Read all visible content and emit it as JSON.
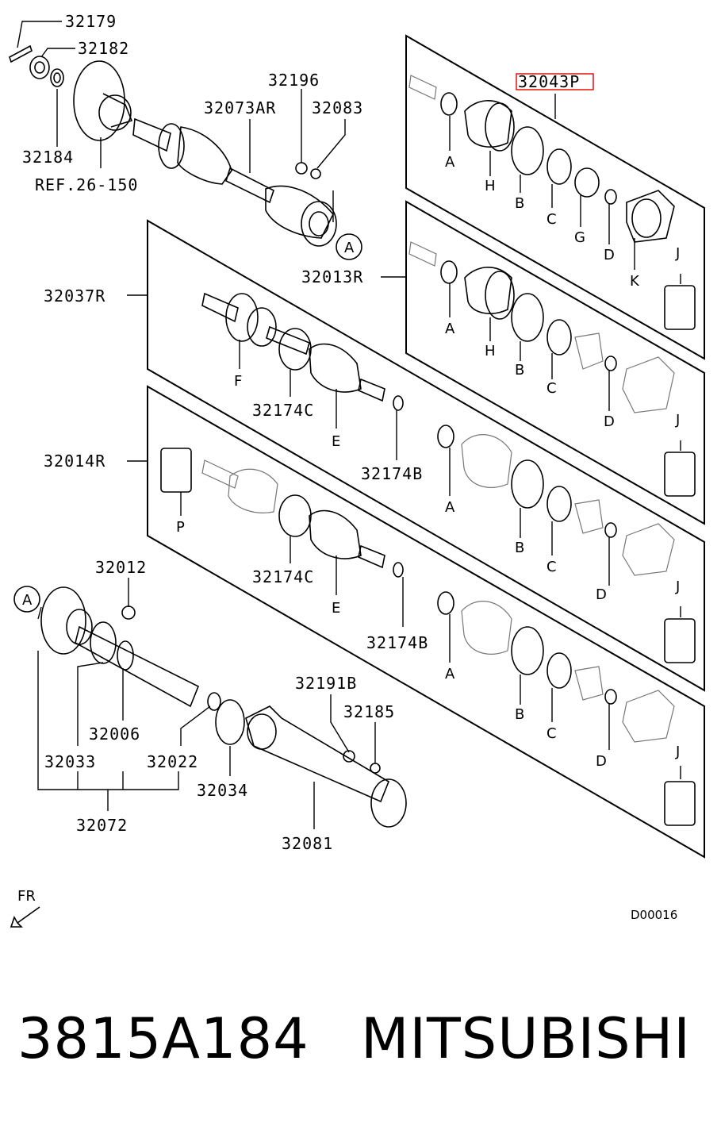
{
  "diagram": {
    "labels": {
      "l32179": "32179",
      "l32182": "32182",
      "l32184": "32184",
      "ref": "REF.26-150",
      "l32196": "32196",
      "l32073": "32073AR",
      "l32083": "32083",
      "l32043": "32043P",
      "l32013": "32013R",
      "l32037": "32037R",
      "l32014": "32014R",
      "l32174c_1": "32174C",
      "l32174c_2": "32174C",
      "l32174b_1": "32174B",
      "l32174b_2": "32174B",
      "l32012": "32012",
      "l32006": "32006",
      "l32033": "32033",
      "l32022": "32022",
      "l32034": "32034",
      "l32072": "32072",
      "l32191": "32191B",
      "l32185": "32185",
      "l32081": "32081",
      "fr": "FR",
      "code": "D00016",
      "circleA": "A"
    },
    "letters": {
      "A": "A",
      "B": "B",
      "C": "C",
      "D": "D",
      "E": "E",
      "F": "F",
      "G": "G",
      "H": "H",
      "J": "J",
      "K": "K",
      "P": "P"
    }
  },
  "footer": {
    "part_number": "3815A184",
    "brand": "MITSUBISHI"
  },
  "colors": {
    "highlight": "#e00000",
    "ink": "#000000"
  }
}
